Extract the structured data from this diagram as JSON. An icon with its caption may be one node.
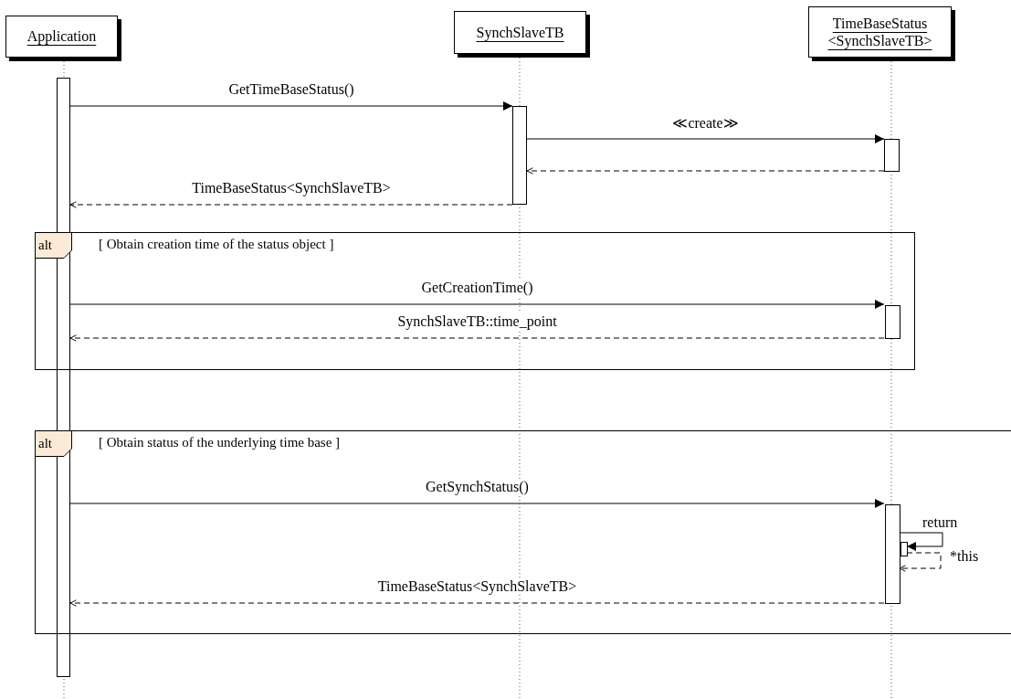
{
  "diagram": {
    "nodes": [
      {
        "text": [
          "Application"
        ]
      },
      {
        "text": [
          "SynchSlaveTB"
        ]
      },
      {
        "text": [
          "TimeBaseStatus <SynchSlaveTB>"
        ]
      },
      {
        "text": [],
        "shape": "bar"
      },
      {
        "text": [],
        "shape": "bar"
      },
      {
        "text": [],
        "shape": "bar"
      },
      {
        "text": [
          "alt",
          "[ Obtain creation time of the status object ]"
        ]
      },
      {
        "text": [],
        "shape": "bar",
        "in": 6
      },
      {
        "text": [
          "alt",
          "[ Obtain status of the underlying time base ]"
        ]
      },
      {
        "text": [],
        "shape": "bar",
        "in": 8
      },
      {
        "text": [],
        "shape": "bar",
        "in": 8
      }
    ],
    "edges": [
      {
        "from": 3,
        "to": 4,
        "arrow": "to",
        "label": "GetTimeBaseStatus()"
      },
      {
        "from": 4,
        "to": 5,
        "arrow": "to",
        "label": "≪create≫"
      },
      {
        "from": 5,
        "to": 4,
        "arrow": "to",
        "style": "dashed"
      },
      {
        "from": 4,
        "to": 3,
        "arrow": "to",
        "style": "dashed",
        "label": "TimeBaseStatus<SynchSlaveTB>"
      },
      {
        "from": 3,
        "to": 7,
        "arrow": "to",
        "label": "GetCreationTime()"
      },
      {
        "from": 7,
        "to": 3,
        "arrow": "to",
        "style": "dashed",
        "label": "SynchSlaveTB::time_point"
      },
      {
        "from": 3,
        "to": 9,
        "arrow": "to",
        "label": "GetSynchStatus()"
      },
      {
        "from": 9,
        "to": 10,
        "arrow": "to",
        "label": "return"
      },
      {
        "from": 10,
        "to": 9,
        "arrow": "to",
        "style": "dashed",
        "label": "*this"
      },
      {
        "from": 9,
        "to": 3,
        "arrow": "to",
        "style": "dashed",
        "label": "TimeBaseStatus<SynchSlaveTB>"
      }
    ]
  }
}
